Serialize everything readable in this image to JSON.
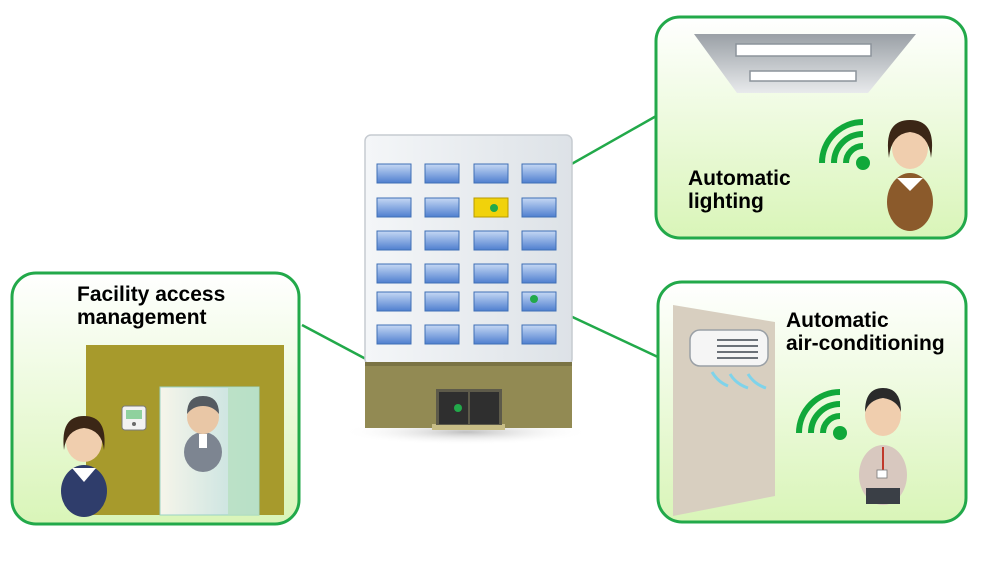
{
  "diagram": {
    "panels": {
      "facility": {
        "label_lines": [
          "Facility access",
          "management"
        ]
      },
      "lighting": {
        "label_lines": [
          "Automatic",
          "lighting"
        ]
      },
      "aircon": {
        "label_lines": [
          "Automatic",
          "air-conditioning"
        ]
      }
    },
    "colors": {
      "panel_border": "#22a94a",
      "connector": "#22a94a",
      "panel_fill_top": "#ffffff",
      "panel_fill_bottom": "#d9f5b8",
      "building_body": "#eceff2",
      "building_base": "#928a53",
      "window": "#5f8fd6",
      "window_lit": "#f1d20b",
      "wall_olive": "#a79a2c",
      "wifi": "#11a83a"
    },
    "icons": [
      "building-icon",
      "ceiling-light-icon",
      "air-conditioner-icon",
      "wifi-icon",
      "person-icon",
      "card-reader-icon",
      "door-icon"
    ]
  }
}
